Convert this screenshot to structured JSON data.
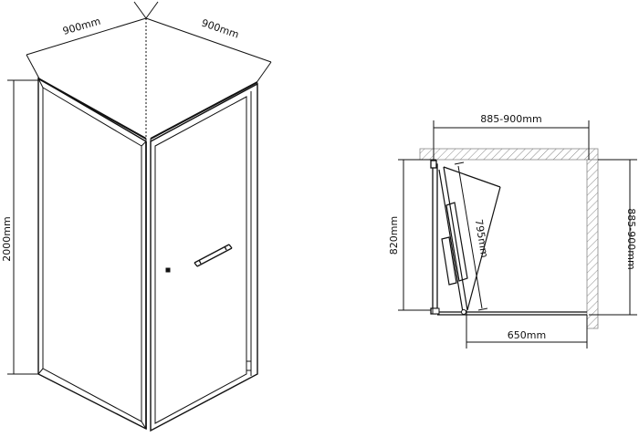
{
  "perspective_view": {
    "width_left": "900mm",
    "width_right": "900mm",
    "height": "2000mm"
  },
  "plan_view": {
    "top_width": "885-900mm",
    "right_depth": "885-900mm",
    "side_panel": "820mm",
    "door_leaf": "795mm",
    "door_opening": "650mm"
  },
  "colors": {
    "line": "#111111",
    "hatch": "#888888",
    "background": "#ffffff"
  }
}
